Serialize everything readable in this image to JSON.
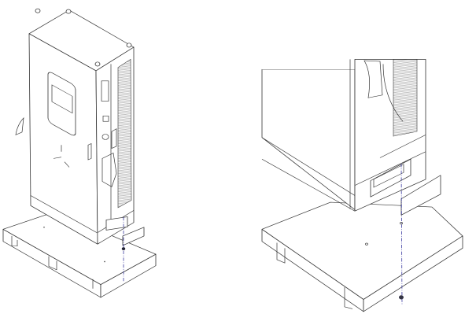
{
  "figure": {
    "views": [
      "full-view",
      "detail-view"
    ],
    "colors": {
      "line": "#333333",
      "axis_line": "#3a3aa0",
      "background": "#ffffff"
    },
    "icons": [
      "charger-cabinet",
      "pallet",
      "cover-plate",
      "bolt"
    ]
  }
}
